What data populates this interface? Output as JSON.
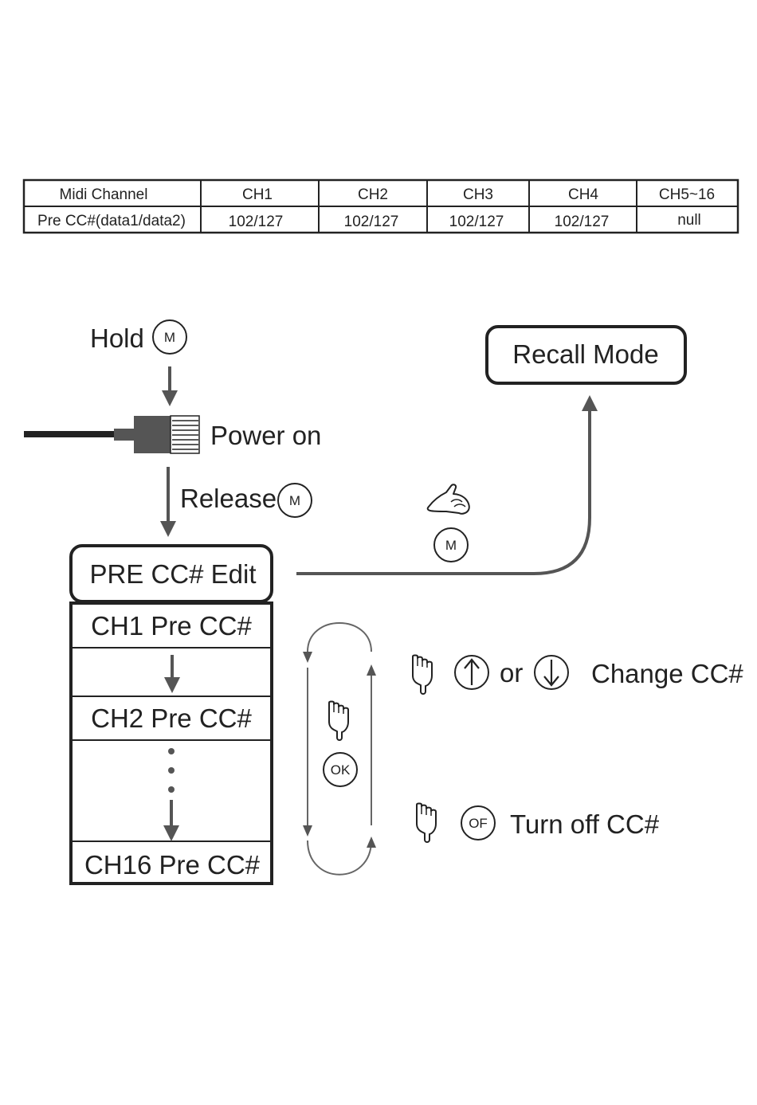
{
  "table": {
    "header": [
      "Midi Channel",
      "CH1",
      "CH2",
      "CH3",
      "CH4",
      "CH5~16"
    ],
    "row": [
      "Pre CC#(data1/data2)",
      "102/127",
      "102/127",
      "102/127",
      "102/127",
      "null"
    ]
  },
  "flow": {
    "hold": "Hold",
    "power_on": "Power on",
    "release": "Release",
    "m_button": "M",
    "ok_button": "OK",
    "of_button": "OF",
    "recall_mode": "Recall Mode",
    "pre_edit": "PRE CC# Edit",
    "ch1": "CH1 Pre CC#",
    "ch2": "CH2 Pre CC#",
    "ch16": "CH16 Pre CC#",
    "or": "or",
    "change_cc": "Change CC#",
    "turn_off_cc": "Turn off CC#"
  },
  "icons": {
    "up_arrow": "up-arrow-circle-icon",
    "down_arrow": "down-arrow-circle-icon",
    "pointing_hand": "pointing-hand-icon",
    "pressing_hand": "pressing-hand-icon",
    "cable_plug": "cable-plug-icon"
  },
  "colors": {
    "line": "#222222",
    "arrow": "#555555"
  }
}
